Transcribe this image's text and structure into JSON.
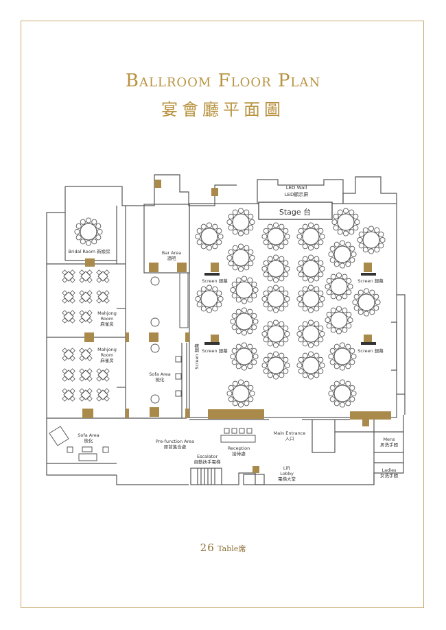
{
  "title_en": "Ballroom Floor Plan",
  "title_zh": "宴會廳平面圖",
  "rooms": {
    "led_wall": "LED Wall",
    "led_wall_zh": "LED顯示屏",
    "stage": "Stage 台",
    "bridal_room": "Bridal Room 新娘房",
    "bar_area_en": "Bar Area",
    "bar_area_zh": "酒吧",
    "mahjong_en": "Mahjong",
    "mahjong_room": "Room",
    "mahjong_zh": "麻雀房",
    "sofa_area_en": "Sofa Area",
    "sofa_area_zh": "梳化",
    "screen_label": "Screen 銀幕",
    "pre_function_en": "Pre-function Area",
    "pre_function_zh": "原前集合處",
    "reception_en": "Reception",
    "reception_zh": "接待處",
    "escalator_en": "Escalator",
    "escalator_zh": "自動扶手電梯",
    "main_entrance_en": "Main Entrance",
    "main_entrance_zh": "入口",
    "lift_en": "Lift",
    "lobby_en": "Lobby",
    "lift_lobby_zh": "電梯大堂",
    "mens_en": "Mens",
    "mens_zh": "男洗手間",
    "ladies_en": "Ladies",
    "ladies_zh": "女洗手間"
  },
  "footer": {
    "count": "26",
    "unit": "Table席"
  },
  "colors": {
    "gold": "#b8923f",
    "wall": "#555555",
    "accent_block": "#a98a4a"
  }
}
